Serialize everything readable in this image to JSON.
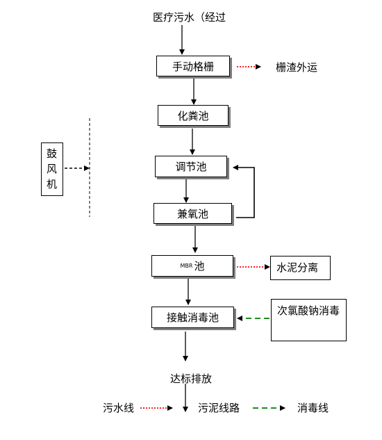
{
  "title": "医疗污水（经过",
  "nodes": {
    "manual_grate": "手动格栅",
    "septic_tank": "化粪池",
    "regulation_tank": "调节池",
    "anoxic_tank": "兼氧池",
    "mbr_prefix": "MBR",
    "mbr_suffix": "池",
    "contact_disinfection_tank": "接触消毒池"
  },
  "side_nodes": {
    "screenings_removal": "栅渣外运",
    "blower": "鼓风机",
    "sludge_separation": "水泥分离",
    "sodium_hypochlorite": "次氯酸钠消毒"
  },
  "output": "达标排放",
  "legend": {
    "sewage_line": "污水线",
    "sludge_line": "污泥线路",
    "disinfection_line": "消毒线"
  },
  "colors": {
    "sewage": "#000000",
    "sludge": "#ff0000",
    "disinfection": "#007a00",
    "shadow": "#7f7f7f"
  }
}
